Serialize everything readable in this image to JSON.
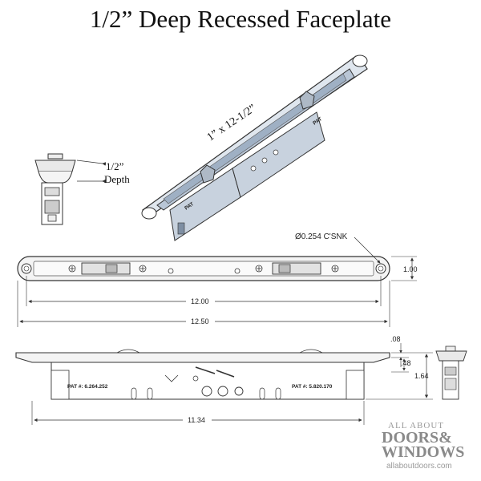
{
  "title": "1/2” Deep Recessed Faceplate",
  "iso_label": "1” x 12-1/2”",
  "depth_label_line1": "1/2”",
  "depth_label_line2": "Depth",
  "csnk_label": "Ø0.254 C'SNK",
  "dims": {
    "height_front": "1.00",
    "length_inner": "12.00",
    "length_outer": "12.50",
    "flange": ".08",
    "recess": ".48",
    "total_depth": "1.64",
    "body_length": "11.34"
  },
  "patents": {
    "left": "PAT #: 6.264.252",
    "right": "PAT #: 5.820.170"
  },
  "logo": {
    "line1": "ALL ABOUT",
    "line2": "DOORS&",
    "line3": "WINDOWS",
    "line4": "allaboutdoors.com"
  },
  "colors": {
    "line": "#333333",
    "plate_fill": "#f2f2f2",
    "iso_fill": "#b9c6d6",
    "iso_dark": "#7f8fa3"
  }
}
